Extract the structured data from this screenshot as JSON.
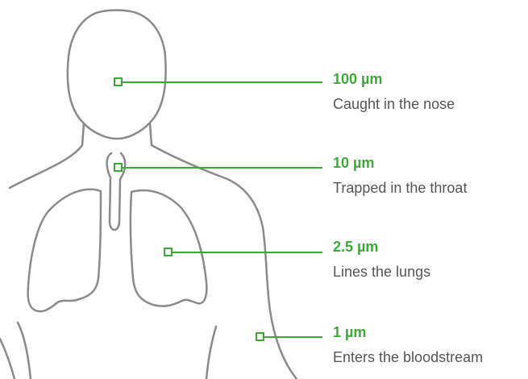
{
  "colors": {
    "accent": "#3aaa35",
    "outline": "#8a8a8a",
    "text": "#555555"
  },
  "callouts": [
    {
      "size": "100 µm",
      "description": "Caught in the nose"
    },
    {
      "size": "10 µm",
      "description": "Trapped in the throat"
    },
    {
      "size": "2.5 µm",
      "description": "Lines the lungs"
    },
    {
      "size": "1 µm",
      "description": "Enters the bloodstream"
    }
  ]
}
